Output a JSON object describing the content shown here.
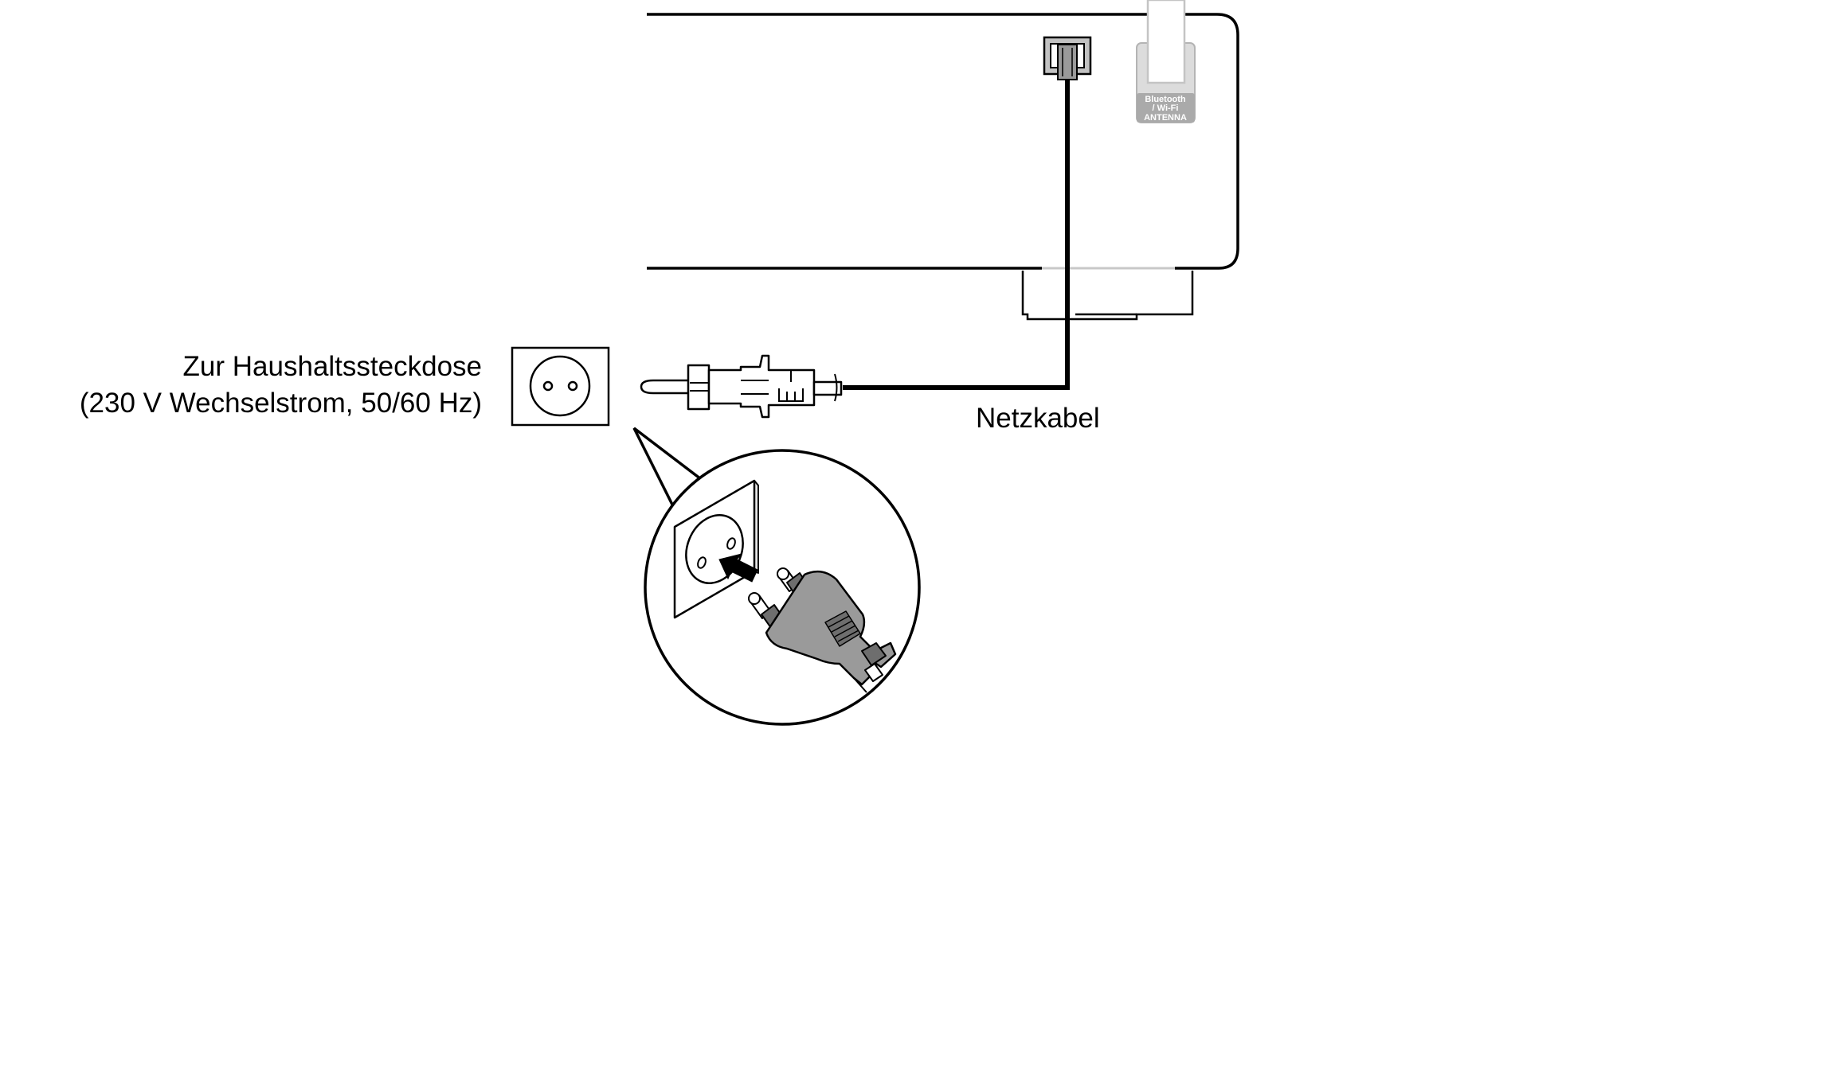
{
  "labels": {
    "outlet_line1": "Zur Haushaltssteckdose",
    "outlet_line2": "(230 V Wechselstrom, 50/60 Hz)",
    "cable": "Netzkabel"
  },
  "antenna": {
    "line1": "Bluetooth",
    "line2": "/ Wi-Fi",
    "line3": "ANTENNA"
  },
  "colors": {
    "line": "#000000",
    "plug_gray": "#9a9a9a",
    "plug_dark": "#6e6e6e",
    "antenna_gray": "#aaaaaa",
    "antenna_light": "#d4d4d4"
  }
}
